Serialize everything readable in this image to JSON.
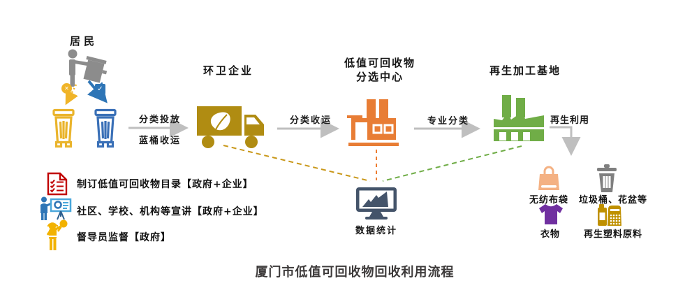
{
  "title": "厦门市低值可回收物回收利用流程",
  "flow": {
    "residents": {
      "label": "居民"
    },
    "sanitation": {
      "label": "环卫企业"
    },
    "sorting_center": {
      "label_line1": "低值可回收物",
      "label_line2": "分选中心"
    },
    "processing_base": {
      "label": "再生加工基地"
    },
    "arrows": {
      "arrow1_line1": "分类投放",
      "arrow1_line2": "蓝桶收运",
      "arrow2": "分类收运",
      "arrow3": "专业分类",
      "arrow4": "再生利用"
    }
  },
  "data_statistics": {
    "label": "数据统计"
  },
  "policies": [
    {
      "icon": "checklist-document-icon",
      "text": "制订低值可回收物目录【政府+企业】"
    },
    {
      "icon": "presentation-icon",
      "text": "社区、学校、机构等宣讲【政府+企业】"
    },
    {
      "icon": "supervisor-icon",
      "text": "督导员监督【政府】"
    }
  ],
  "products": [
    {
      "icon": "nonwoven-bag-icon",
      "label": "无纺布袋"
    },
    {
      "icon": "trash-bin-icon",
      "label": "垃圾桶、花盆等"
    },
    {
      "icon": "clothing-icon",
      "label": "衣物"
    },
    {
      "icon": "plastic-pellets-icon",
      "label": "再生塑料原料"
    }
  ],
  "icons": {
    "x_mark": "✕",
    "check_mark": "✓"
  },
  "colors": {
    "wrong_bin_yellow": "#EAB42C",
    "right_bin_blue": "#3A70B7",
    "badge_blue": "#2E75B6",
    "truck_gold": "#B08C12",
    "sorting_orange": "#E87D35",
    "processing_green": "#70AD47",
    "monitor_navy": "#44546A",
    "doc_red": "#C00000",
    "presenter_blue": "#2E75B6",
    "supervisor_gold": "#F2B200",
    "bag_peach": "#F4B183",
    "can_gray": "#7F7F7F",
    "shirt_purple": "#7030A0",
    "pellets_gold": "#BF9000",
    "arrow_gray": "#BFBFBF"
  }
}
